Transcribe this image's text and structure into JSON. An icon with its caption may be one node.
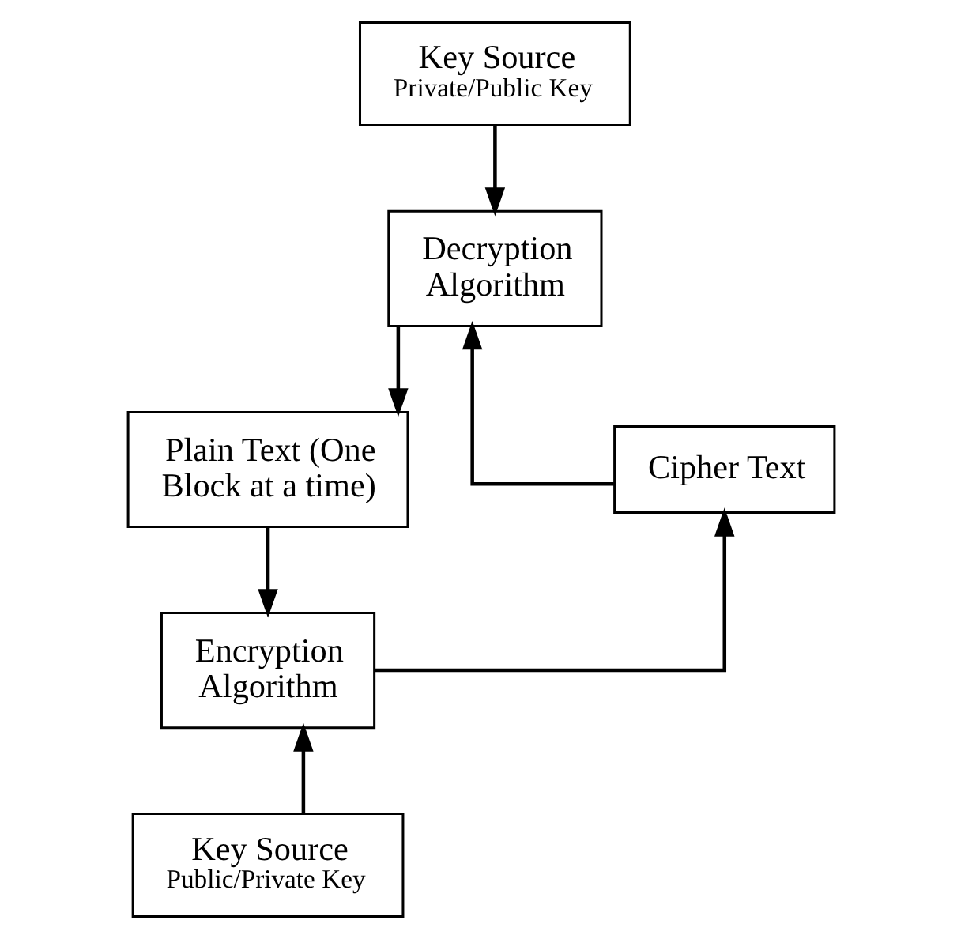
{
  "diagram": {
    "nodes": [
      {
        "text": [
          "Key Source",
          "Private/Public Key"
        ]
      },
      {
        "text": [
          "Decryption Algorithm"
        ]
      },
      {
        "text": [
          "Plain Text (One Block at a time)"
        ]
      },
      {
        "text": [
          "Cipher Text"
        ]
      },
      {
        "text": [
          "Encryption Algorithm"
        ]
      },
      {
        "text": [
          "Key Source",
          "Public/Private Key"
        ]
      }
    ],
    "edges": [
      {
        "from": 0,
        "to": 1,
        "arrow": "to"
      },
      {
        "from": 1,
        "to": 2,
        "arrow": "to"
      },
      {
        "from": 2,
        "to": 4,
        "arrow": "to"
      },
      {
        "from": 4,
        "to": 3,
        "arrow": "to"
      },
      {
        "from": 3,
        "to": 1,
        "arrow": "to"
      },
      {
        "from": 5,
        "to": 4,
        "arrow": "to"
      }
    ]
  }
}
